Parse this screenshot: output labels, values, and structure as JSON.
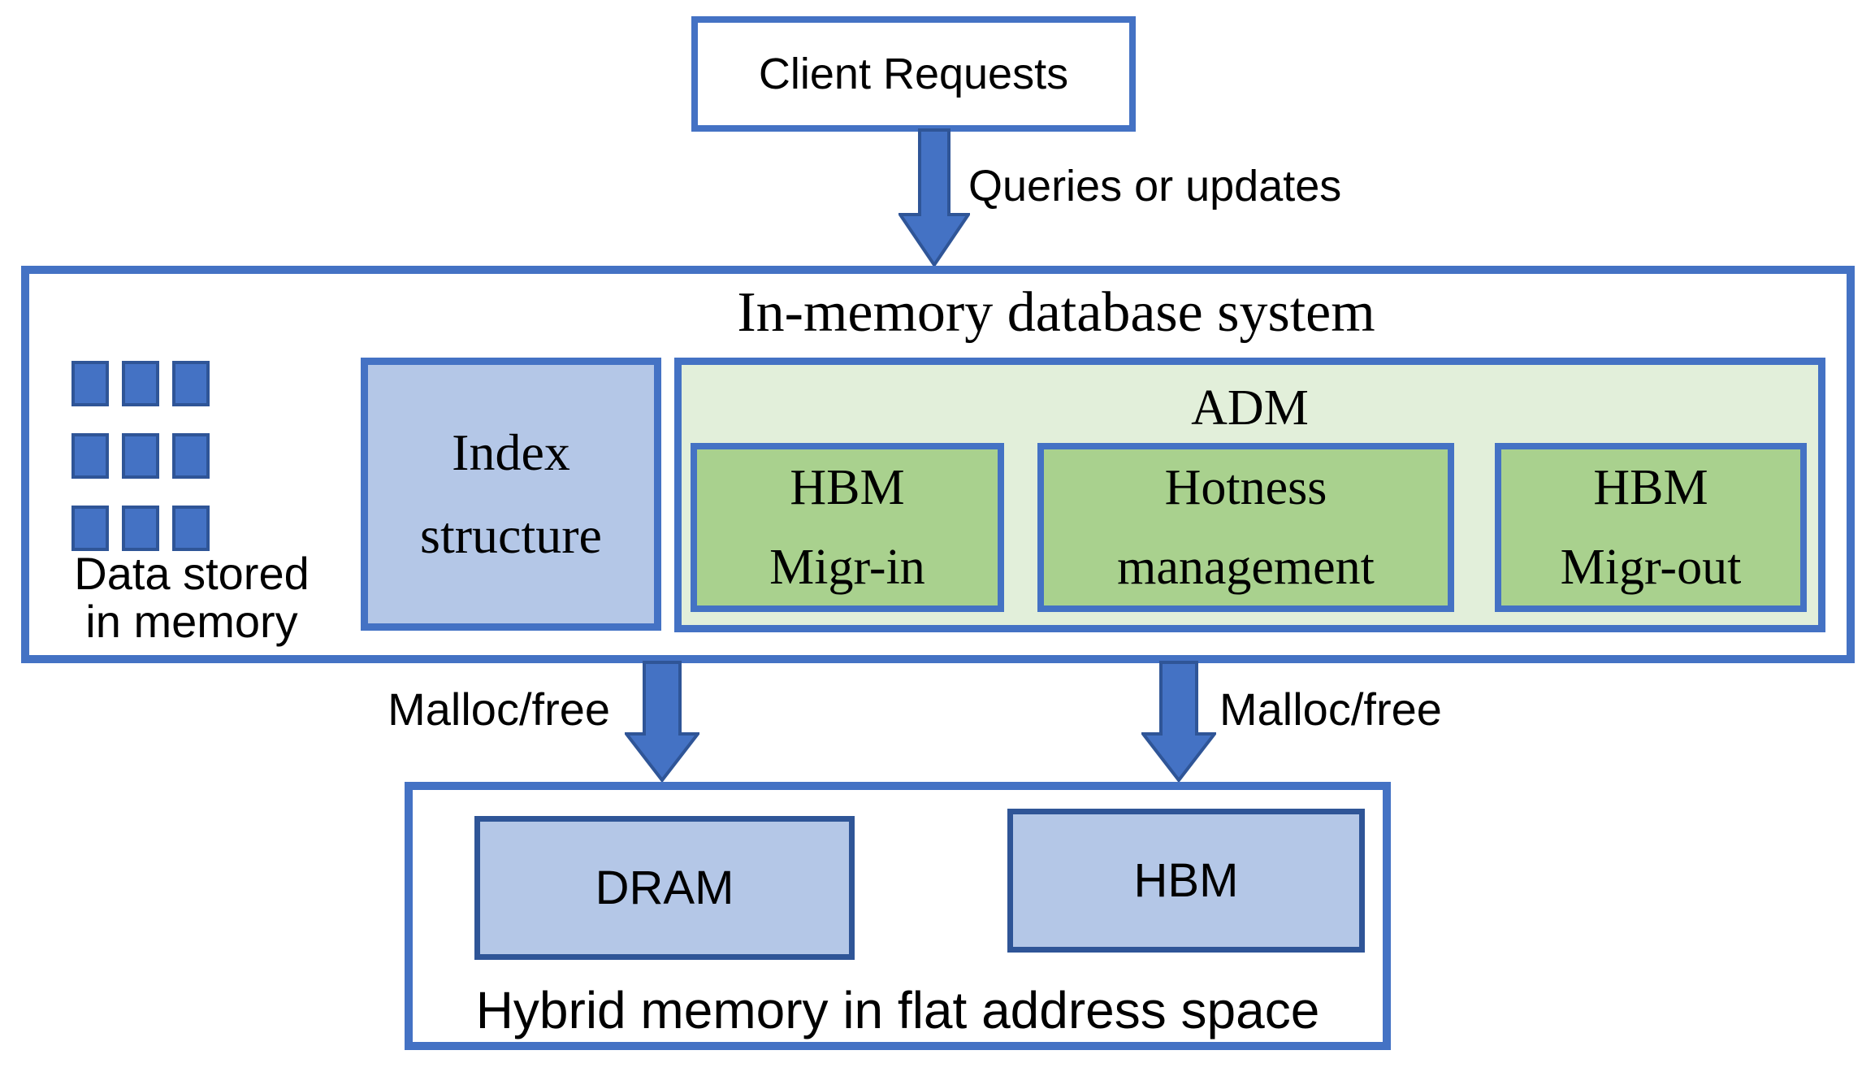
{
  "colors": {
    "accent-blue": "#4472C4",
    "dark-blue": "#2F5597",
    "light-blue-fill": "#B4C7E7",
    "pale-green-fill": "#E2EFDA",
    "green-fill": "#A9D18E",
    "text-color": "#000000",
    "background": "#FFFFFF"
  },
  "client_requests": {
    "label": "Client Requests"
  },
  "arrows": {
    "queries_label": "Queries or updates",
    "malloc_left_label": "Malloc/free",
    "malloc_right_label": "Malloc/free"
  },
  "database_system": {
    "title": "In-memory database system",
    "data_memory": {
      "caption_line1": "Data stored",
      "caption_line2": "in memory",
      "grid": {
        "rows": 3,
        "cols": 3
      }
    },
    "index_structure": {
      "label_line1": "Index",
      "label_line2": "structure"
    },
    "adm": {
      "title": "ADM",
      "modules": [
        {
          "line1": "HBM",
          "line2": "Migr-in"
        },
        {
          "line1": "Hotness",
          "line2": "management"
        },
        {
          "line1": "HBM",
          "line2": "Migr-out"
        }
      ]
    }
  },
  "hybrid_memory": {
    "caption": "Hybrid memory in flat address space",
    "dram_label": "DRAM",
    "hbm_label": "HBM"
  }
}
